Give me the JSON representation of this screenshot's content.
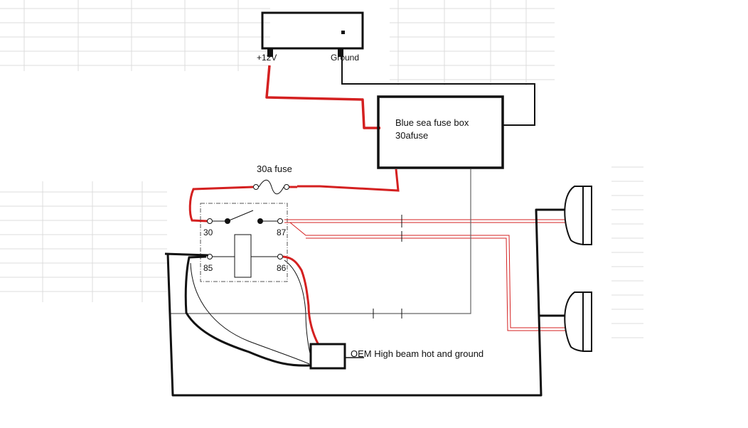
{
  "battery": {
    "positive_label": "+12V",
    "ground_label": "Ground"
  },
  "fuse_box": {
    "line1": "Blue sea fuse box",
    "line2": "30afuse"
  },
  "inline_fuse": {
    "label": "30a fuse"
  },
  "relay": {
    "pin_30": "30",
    "pin_87": "87",
    "pin_85": "85",
    "pin_86": "86"
  },
  "oem_connector": {
    "label": "OEM High beam hot and ground"
  },
  "colors": {
    "positive_wire": "#d42020",
    "ground_wire": "#111111",
    "gray_wire": "#666666",
    "grid": "#dcdcdc"
  }
}
